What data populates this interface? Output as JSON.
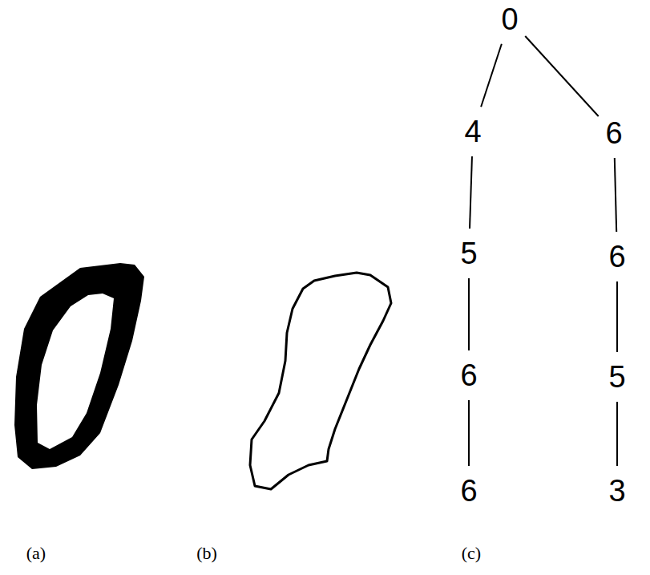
{
  "diagram": {
    "nodes": [
      {
        "text": [
          "0"
        ]
      },
      {
        "text": [
          "4"
        ]
      },
      {
        "text": [
          "6"
        ]
      },
      {
        "text": [
          "5"
        ]
      },
      {
        "text": [
          "6"
        ]
      },
      {
        "text": [
          "6"
        ]
      },
      {
        "text": [
          "5"
        ]
      },
      {
        "text": [
          "6"
        ]
      },
      {
        "text": [
          "3"
        ]
      }
    ],
    "edges": [
      {
        "from": 0,
        "to": 1,
        "arrow": "none"
      },
      {
        "from": 0,
        "to": 2,
        "arrow": "none"
      },
      {
        "from": 1,
        "to": 3,
        "arrow": "none"
      },
      {
        "from": 3,
        "to": 5,
        "arrow": "none"
      },
      {
        "from": 5,
        "to": 7,
        "arrow": "none"
      },
      {
        "from": 2,
        "to": 4,
        "arrow": "none"
      },
      {
        "from": 4,
        "to": 6,
        "arrow": "none"
      },
      {
        "from": 6,
        "to": 8,
        "arrow": "none"
      }
    ],
    "labels": [
      "(a)",
      "(b)",
      "(c)"
    ]
  }
}
